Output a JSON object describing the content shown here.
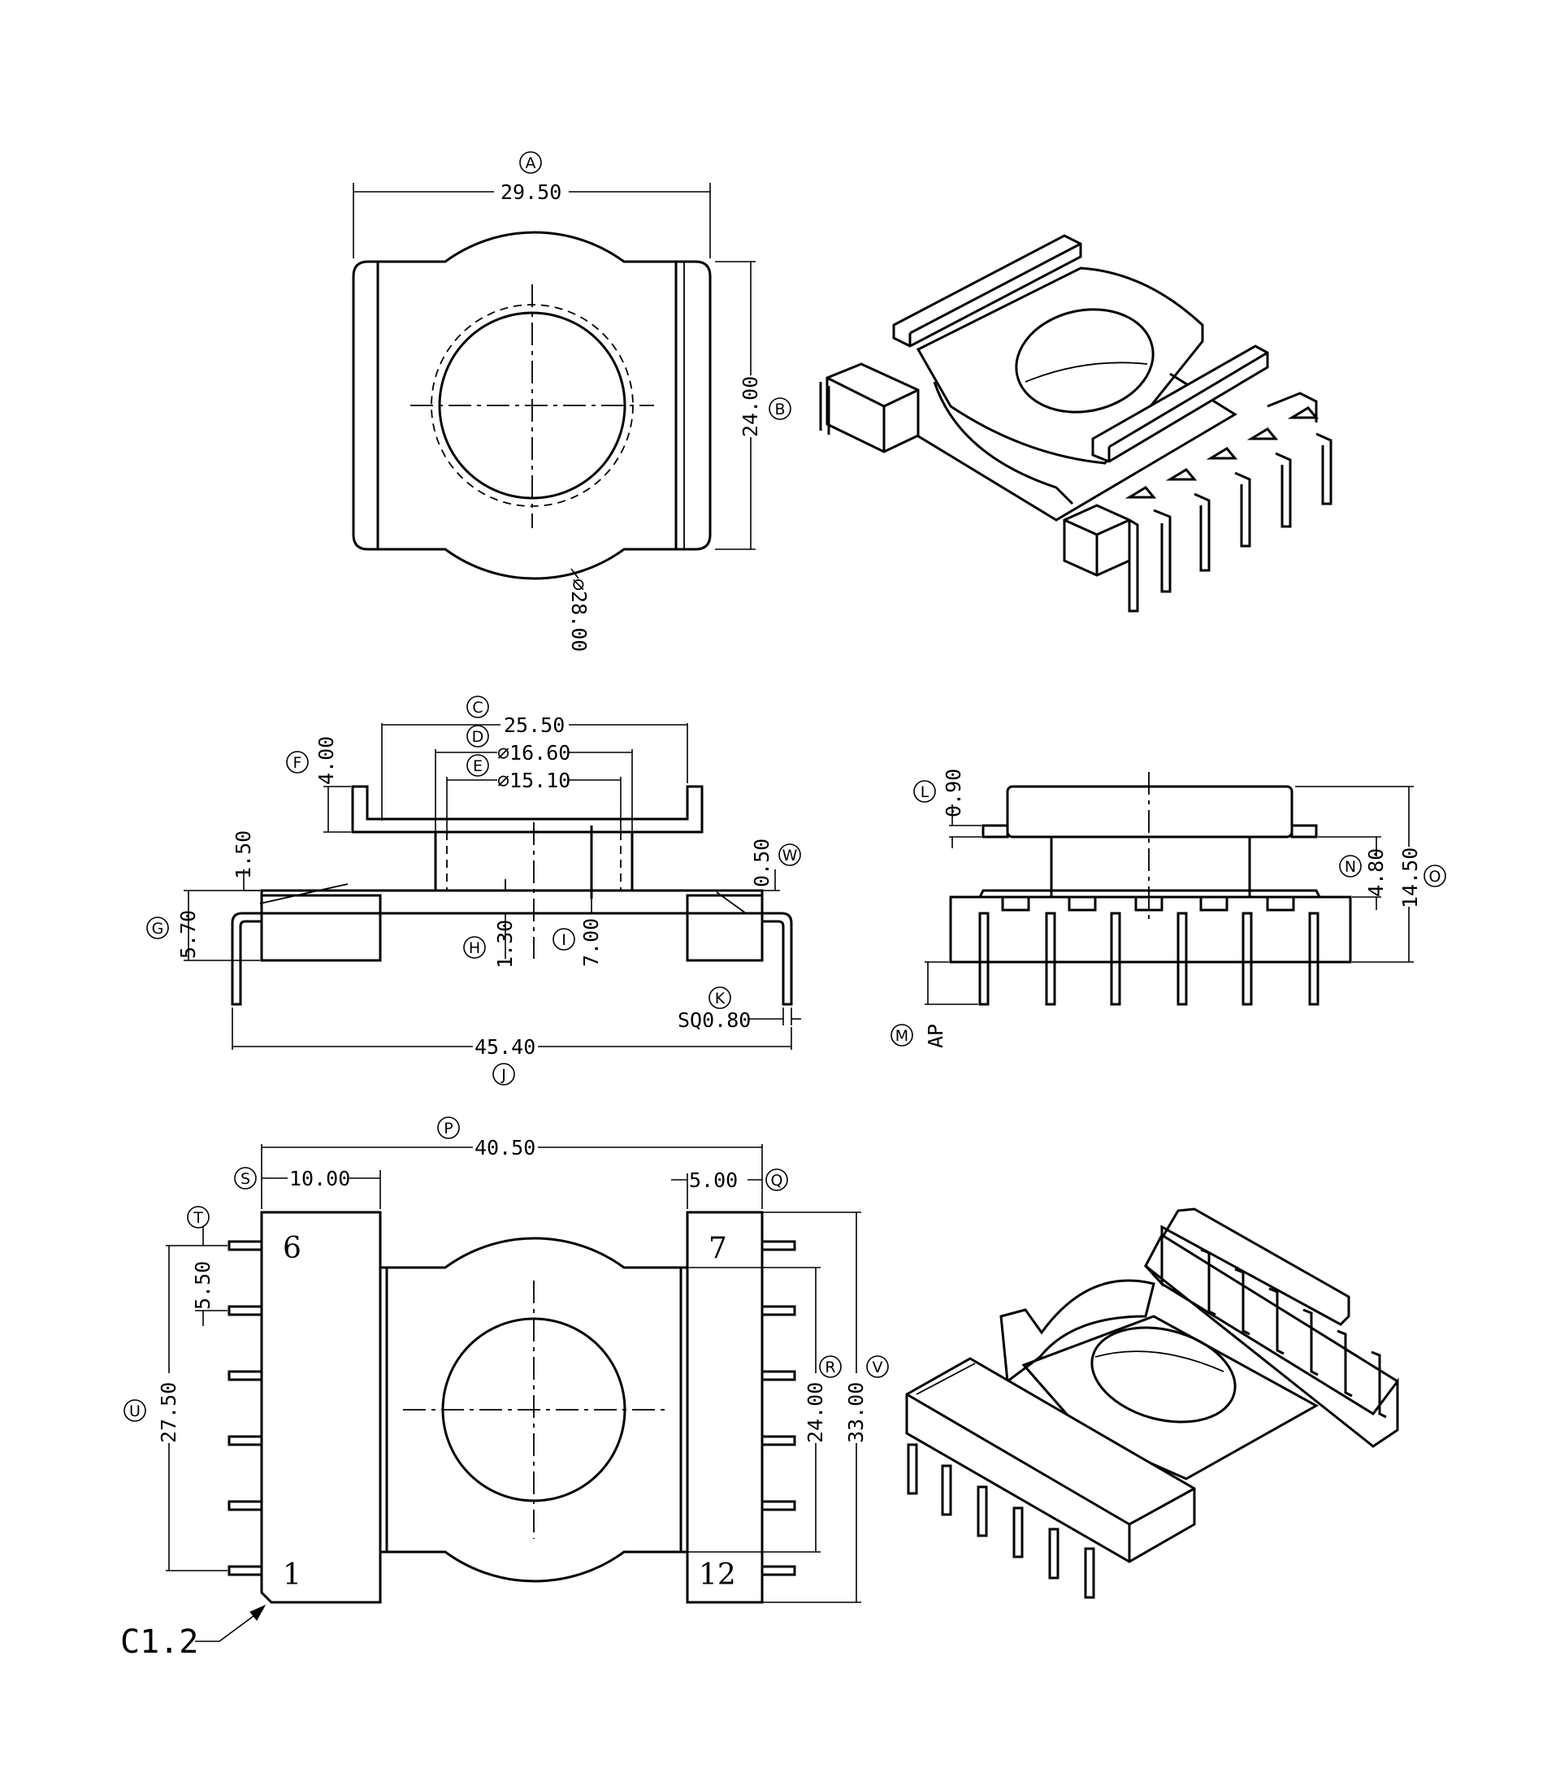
{
  "dimensions": {
    "A": "29.50",
    "B": "24.00",
    "dia_top": "⌀28.00",
    "C": "25.50",
    "D": "⌀16.60",
    "E": "⌀15.10",
    "F": "4.00",
    "W": "0.50",
    "h150": "1.50",
    "G": "5.70",
    "H": "1.30",
    "I": "7.00",
    "K": "SQ0.80",
    "J": "45.40",
    "L": "0.90",
    "N": "4.80",
    "O": "14.50",
    "M": "AP",
    "P": "40.50",
    "S": "10.00",
    "Q": "5.00",
    "T": "5.50",
    "U": "27.50",
    "R": "24.00",
    "V": "33.00",
    "chamfer": "C1.2"
  },
  "labels": {
    "A": "A",
    "B": "B",
    "C": "C",
    "D": "D",
    "E": "E",
    "F": "F",
    "G": "G",
    "H": "H",
    "I": "I",
    "J": "J",
    "K": "K",
    "L": "L",
    "M": "M",
    "N": "N",
    "O": "O",
    "P": "P",
    "Q": "Q",
    "R": "R",
    "S": "S",
    "T": "T",
    "U": "U",
    "V": "V",
    "W": "W"
  },
  "pins": {
    "p6": "6",
    "p1": "1",
    "p7": "7",
    "p12": "12"
  }
}
